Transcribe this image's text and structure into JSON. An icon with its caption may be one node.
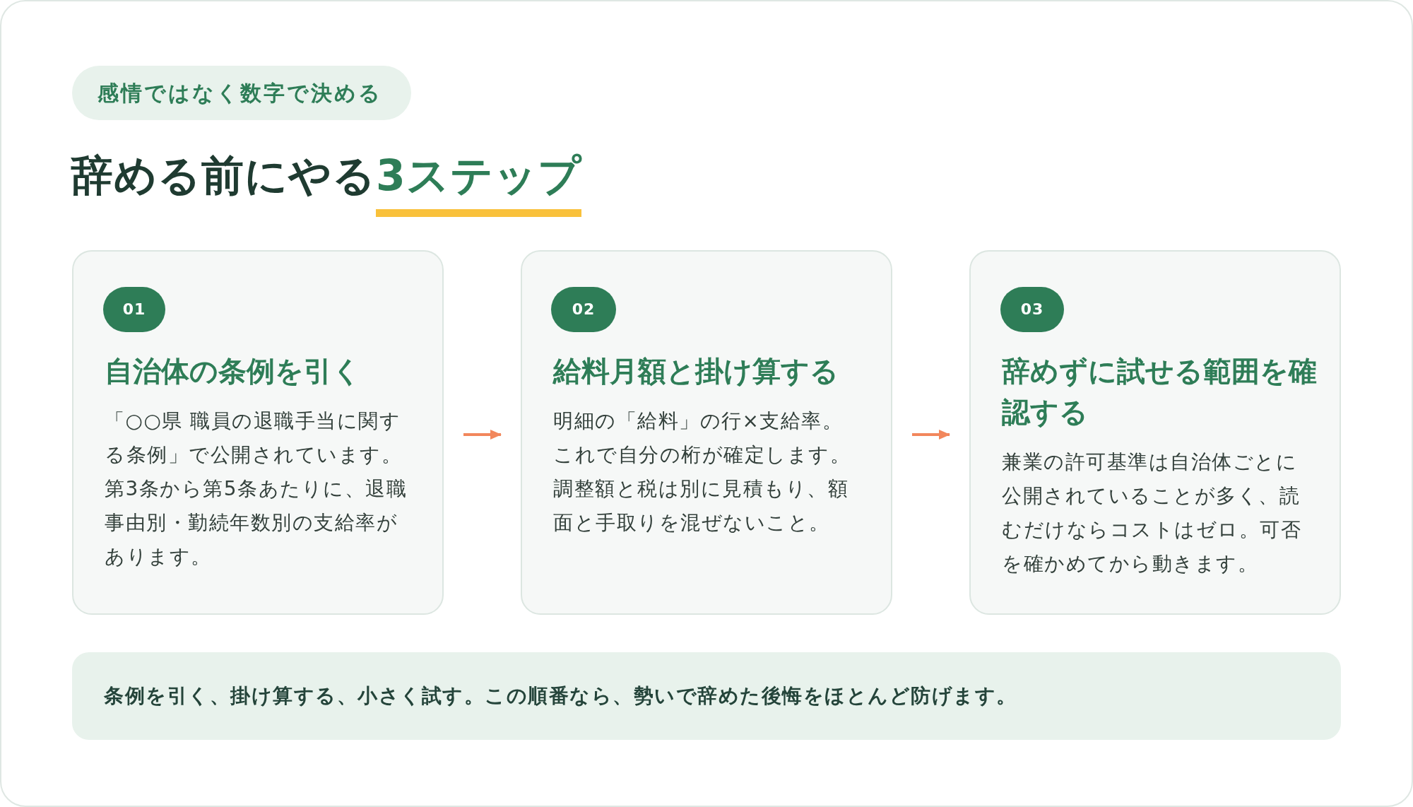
{
  "diagram": {
    "title": "辞める前にやる**3ステップ**",
    "nodes": [
      {
        "text": [
          "感情ではなく数字で決める"
        ]
      },
      {
        "text": [
          "自治体の条例を引く",
          "「○○県 職員の退職手当に関する条例」で公開されています。第3条から第5条あたりに、退職事由別・勤続年数別の支給率があります。"
        ]
      },
      {
        "text": [
          "01"
        ],
        "in": 1
      },
      {
        "text": [
          "給料月額と掛け算する",
          "明細の「給料」の行×支給率。これで自分の桁が確定します。調整額と税は別に見積もり、額面と手取りを混ぜないこと。"
        ]
      },
      {
        "text": [
          "02"
        ],
        "in": 3
      },
      {
        "text": [
          "辞めずに試せる範囲を確認する",
          "兼業の許可基準は自治体ごとに公開されていることが多く、読むだけならコストはゼロ。可否を確かめてから動きます。"
        ]
      },
      {
        "text": [
          "03"
        ],
        "in": 5
      },
      {
        "text": [
          "条例を引く、掛け算する、小さく試す。この順番なら、勢いで辞めた後悔をほとんど防げます。"
        ]
      }
    ],
    "edges": [
      {
        "from": 1,
        "to": 3,
        "arrow": "to"
      },
      {
        "from": 3,
        "to": 5,
        "arrow": "to"
      }
    ]
  }
}
